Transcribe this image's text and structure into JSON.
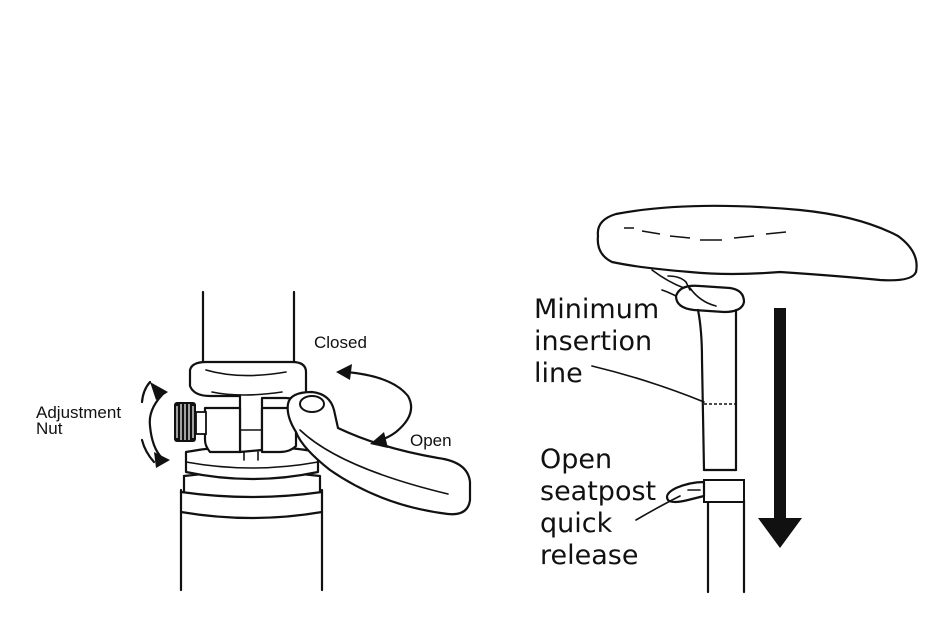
{
  "left_diagram": {
    "label_adjustment_line1": "Adjustment",
    "label_adjustment_line2": "Nut",
    "label_closed": "Closed",
    "label_open": "Open"
  },
  "right_diagram": {
    "label_min_line1": "Minimum",
    "label_min_line2": "insertion",
    "label_min_line3": "line",
    "label_release_line1": "Open",
    "label_release_line2": "seatpost",
    "label_release_line3": "quick",
    "label_release_line4": "release"
  },
  "colors": {
    "ink": "#111111",
    "background": "#ffffff"
  }
}
